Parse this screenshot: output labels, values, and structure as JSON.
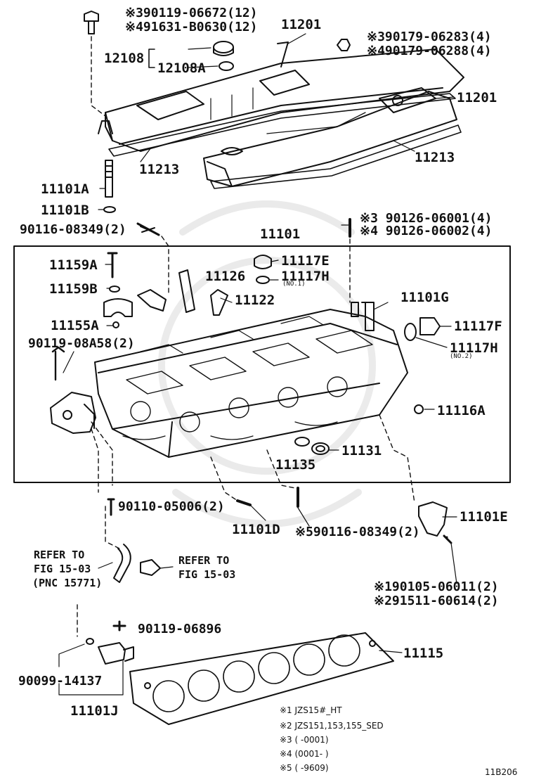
{
  "labels": {
    "p1": "※390119-06672(12)",
    "p2": "※491631-B0630(12)",
    "p3": "11201",
    "p4": "※390179-06283(4)",
    "p5": "※490179-06288(4)",
    "p6": "12108",
    "p7": "12108A",
    "p8": "11201",
    "p9": "11213",
    "p10": "11213",
    "p11": "11101A",
    "p12": "11101B",
    "p13": "90116-08349(2)",
    "p14": "11101",
    "p15": "※3 90126-06001(4)",
    "p16": "※4 90126-06002(4)",
    "p17": "11159A",
    "p18": "11117E",
    "p19": "11117H",
    "p19s": "(NO.1)",
    "p20": "11126",
    "p21": "11159B",
    "p22": "11122",
    "p23": "11101G",
    "p24": "11155A",
    "p25": "11117F",
    "p26": "90119-08A58(2)",
    "p27": "11117H",
    "p27s": "(NO.2)",
    "p28": "11116A",
    "p29": "11131",
    "p30": "11135",
    "p31": "90110-05006(2)",
    "p32": "11101D",
    "p33": "※590116-08349(2)",
    "p34": "11101E",
    "p35": "REFER TO",
    "p36": "FIG 15-03",
    "p37": "(PNC 15771)",
    "p38": "REFER TO",
    "p39": "FIG 15-03",
    "p40": "※190105-06011(2)",
    "p41": "※291511-60614(2)",
    "p42": "90119-06896",
    "p43": "11115",
    "p44": "90099-14137",
    "p45": "11101J"
  },
  "notes": [
    "※1 JZS15#_HT",
    "※2 JZS151,153,155_SED",
    "※3 (      -0001)",
    "※4 (0001-        )",
    "※5 (      -9609)"
  ],
  "figure_code": "11B206",
  "colors": {
    "ink": "#111111",
    "paper": "#ffffff"
  }
}
